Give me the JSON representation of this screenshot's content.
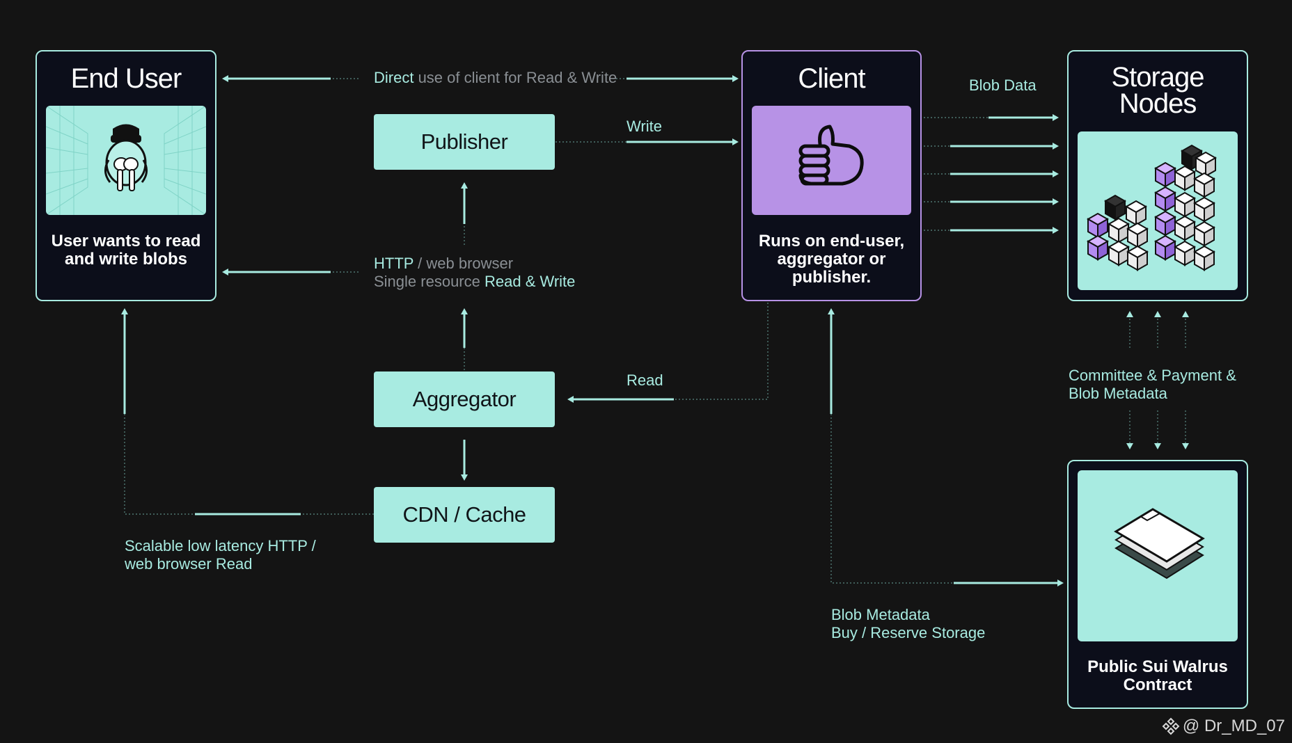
{
  "end_user": {
    "title": "End User",
    "caption": "User wants to read and write blobs"
  },
  "client": {
    "title": "Client",
    "caption": "Runs on end-user, aggregator or publisher."
  },
  "storage_nodes": {
    "title_line1": "Storage",
    "title_line2": "Nodes"
  },
  "contract": {
    "caption": "Public Sui Walrus Contract"
  },
  "boxes": {
    "publisher": "Publisher",
    "aggregator": "Aggregator",
    "cdn": "CDN / Cache"
  },
  "labels": {
    "direct_1": "Direct",
    "direct_2": " use of client for Read & Write",
    "write": "Write",
    "blob_data": "Blob Data",
    "http_1": "HTTP",
    "http_2": " / web browser",
    "single_1": "Single resource ",
    "single_2": "Read & Write",
    "read": "Read",
    "committee_line1": "Committee & Payment &",
    "committee_line2": "Blob Metadata",
    "scalable_line1": "Scalable low latency HTTP /",
    "scalable_line2": "web browser Read",
    "blob_meta_line1": "Blob Metadata",
    "blob_meta_line2": "Buy / Reserve Storage"
  },
  "watermark": "@ Dr_MD_07",
  "colors": {
    "background": "#141414",
    "teal": "#a8ebe1",
    "purple": "#b792e6",
    "panel": "#0c0e1a"
  },
  "icons": {
    "end_user": "walrus-avatar-icon",
    "client": "thumbs-up-hand-icon",
    "storage_nodes": "stacked-cubes-icon",
    "contract": "document-stack-icon",
    "watermark": "binance-logo-icon"
  }
}
